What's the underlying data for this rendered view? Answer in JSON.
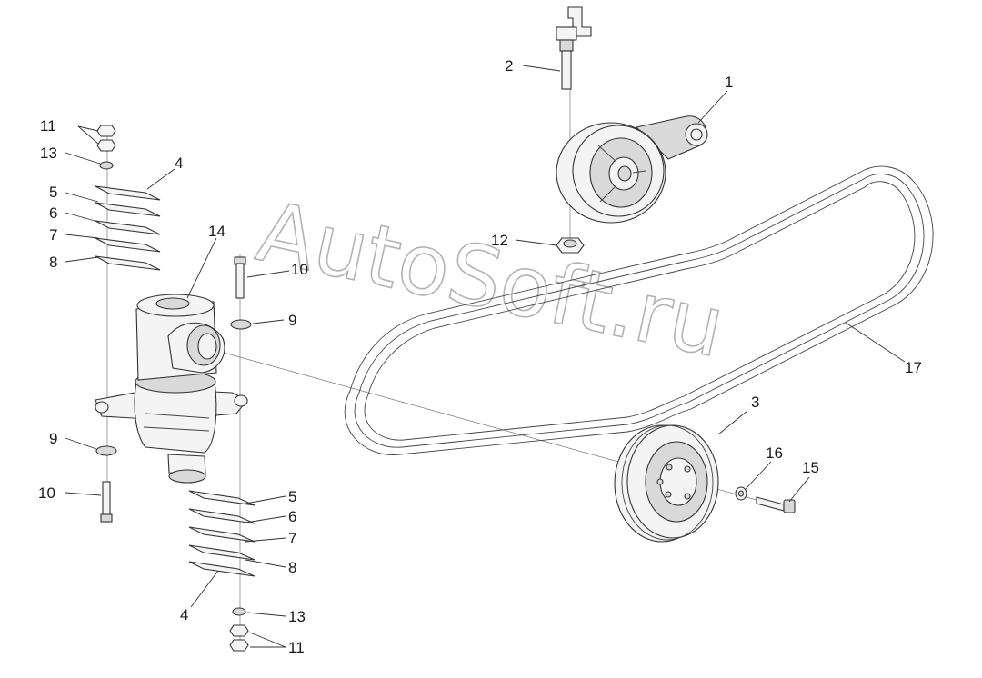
{
  "watermark": "AutoSoft.ru",
  "callouts": {
    "c1": "1",
    "c2": "2",
    "c3": "3",
    "c4_top": "4",
    "c4_bot": "4",
    "c5_top": "5",
    "c5_bot": "5",
    "c6_top": "6",
    "c6_bot": "6",
    "c7_top": "7",
    "c7_bot": "7",
    "c8_top": "8",
    "c8_bot": "8",
    "c9_left": "9",
    "c9_right": "9",
    "c10_left": "10",
    "c10_right": "10",
    "c11_top": "11",
    "c11_bot": "11",
    "c12": "12",
    "c13_top": "13",
    "c13_bot": "13",
    "c14": "14",
    "c15": "15",
    "c16": "16",
    "c17": "17"
  }
}
